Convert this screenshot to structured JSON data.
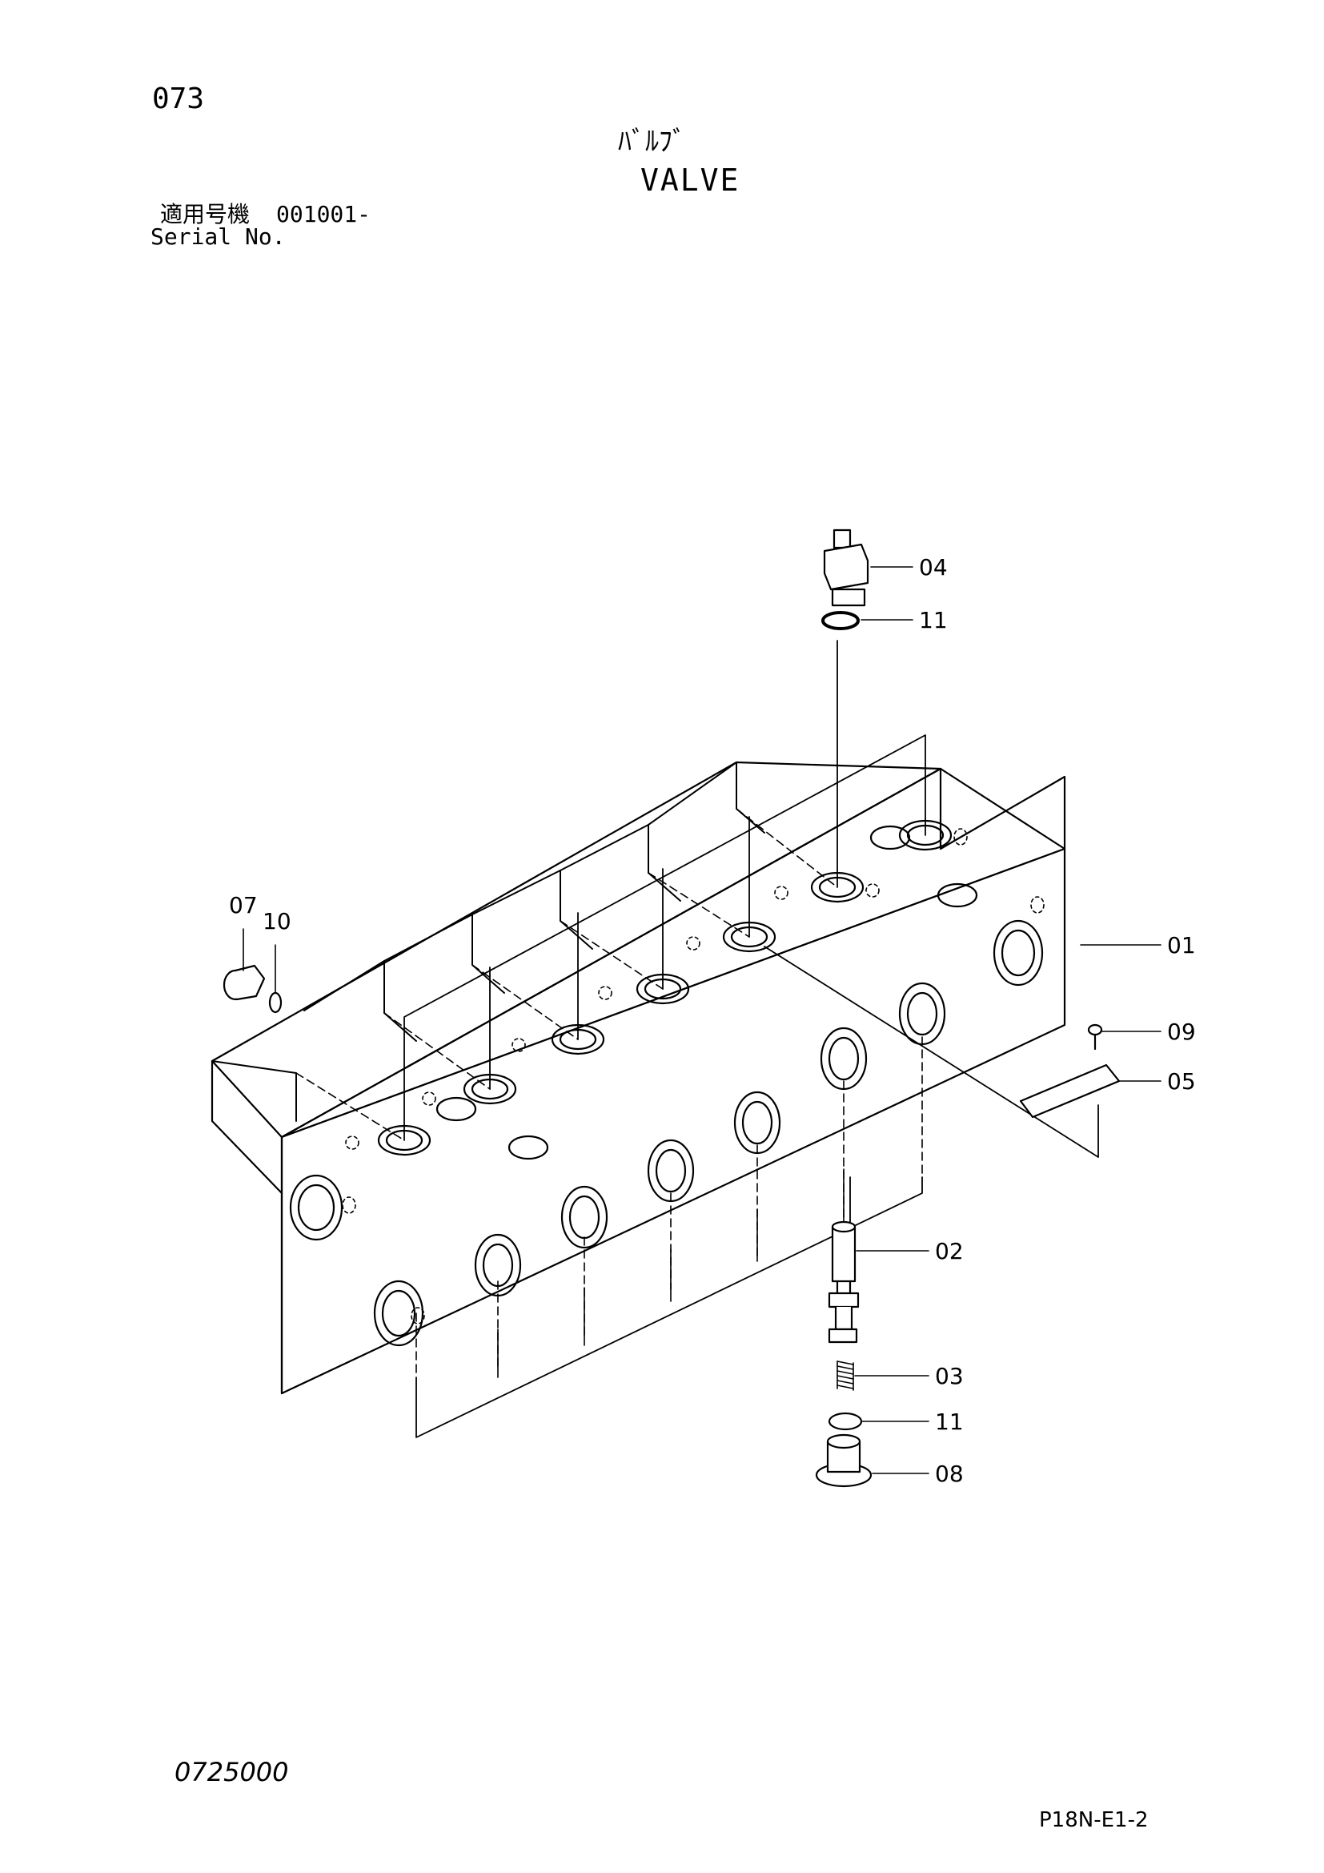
{
  "header": {
    "page_number": "073",
    "title_jp": "ﾊﾞﾙﾌﾞ",
    "title_en": "VALVE",
    "serial_label_jp": "適用号機",
    "serial_value": "001001-",
    "serial_label_en": "Serial No."
  },
  "footer": {
    "drawing_code": "0725000",
    "page_code": "P18N-E1-2"
  },
  "callouts": [
    "04",
    "11",
    "07",
    "10",
    "01",
    "09",
    "05",
    "02",
    "03",
    "11",
    "08"
  ]
}
